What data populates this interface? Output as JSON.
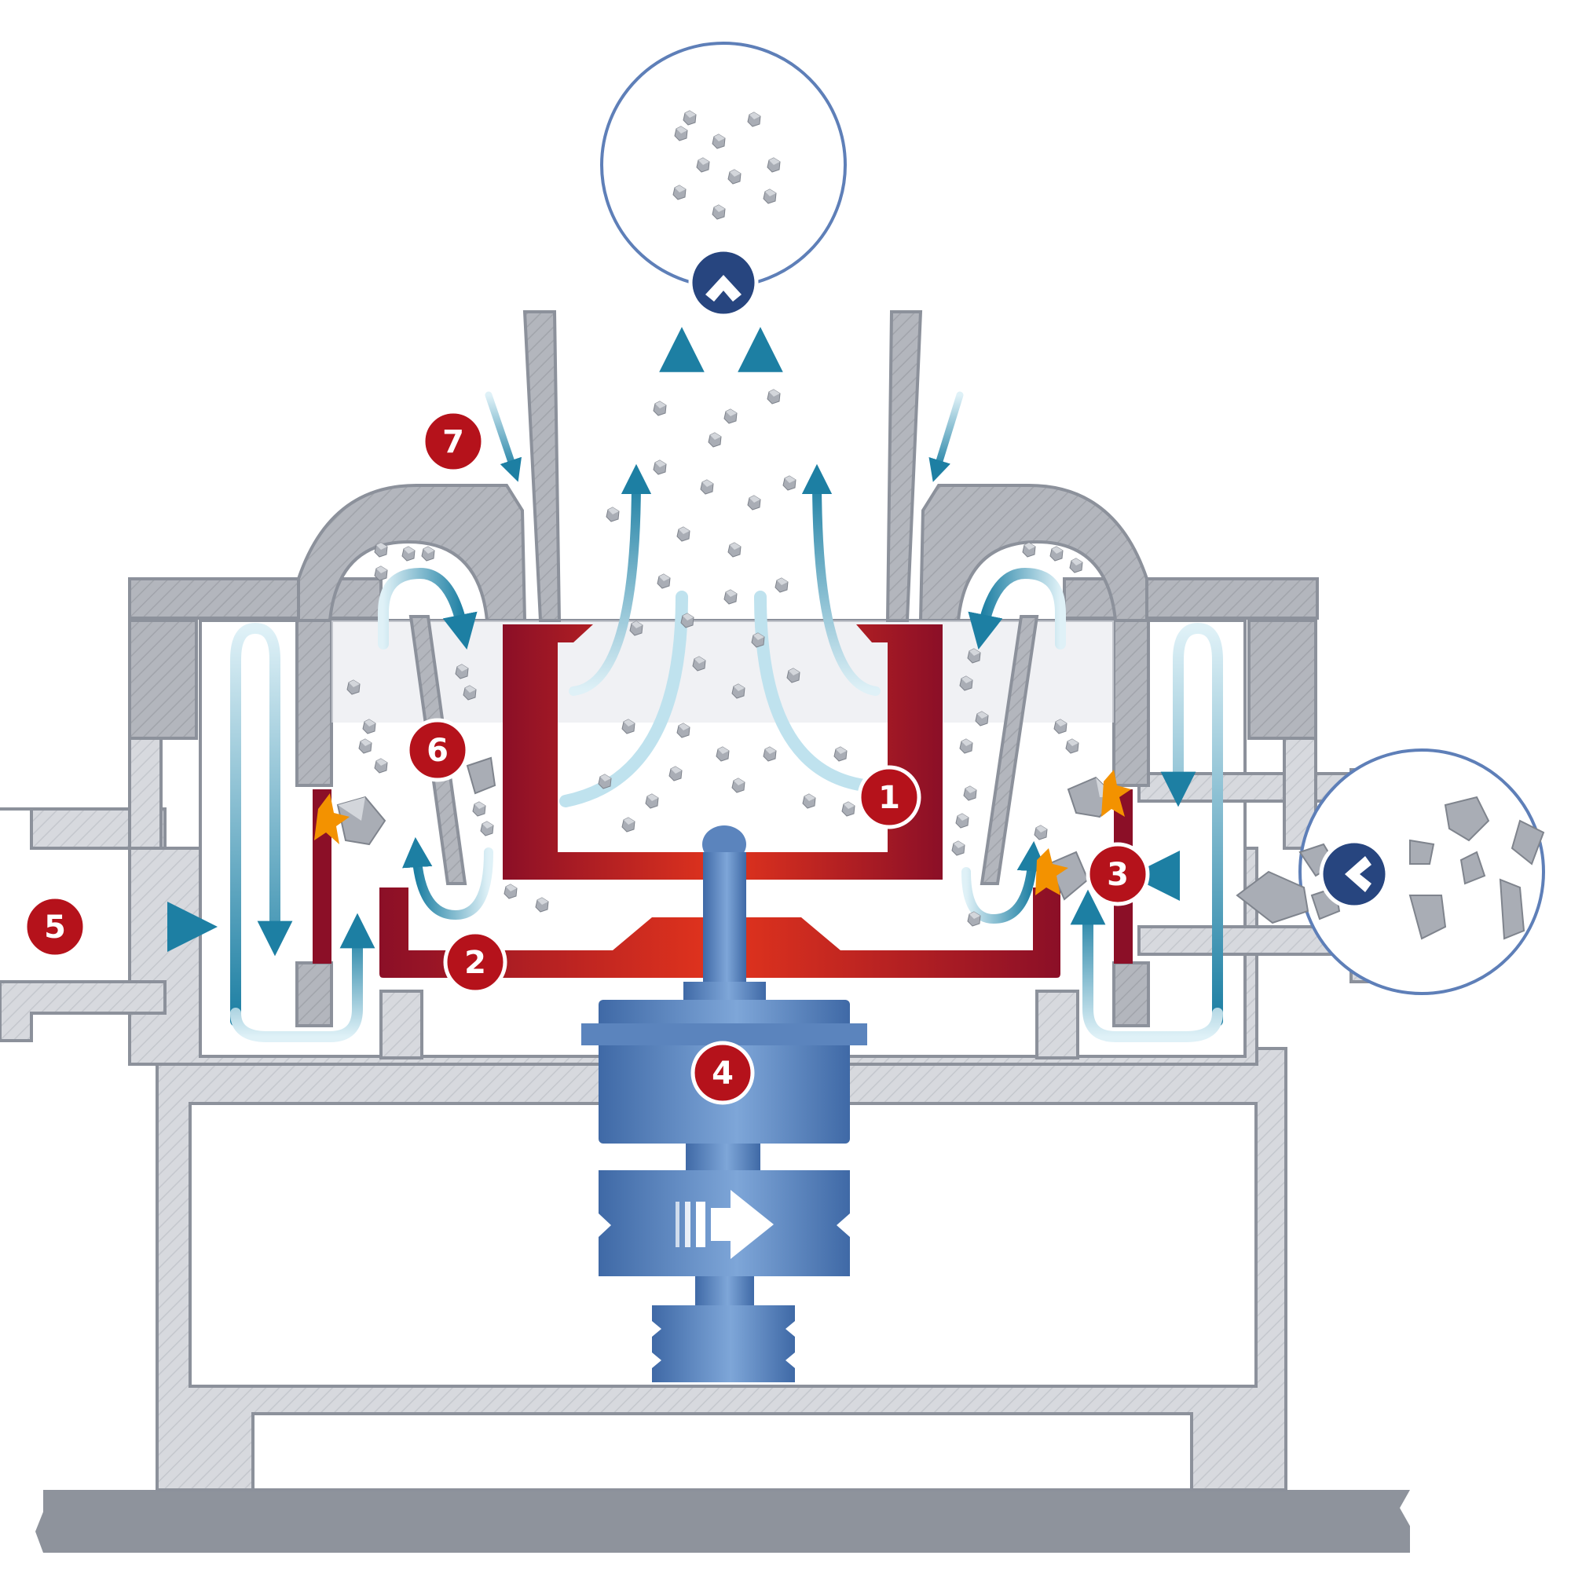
{
  "colors": {
    "housing": "#d7d9de",
    "housing_stroke": "#8c919b",
    "cover": "#b3b6bd",
    "rotor_dark": "#8b0f27",
    "rotor": "#d42a1c",
    "motor": "#5b84bd",
    "motor_light": "#7aa3d6",
    "flow": "#1d7fa3",
    "flow_light": "#bfe2ee",
    "marker": "#b5121b",
    "port": "#27457f",
    "circle_stroke": "#5e7fb8",
    "base": "#8e939c",
    "spark": "#f39200"
  },
  "markers": [
    {
      "id": "1",
      "label": "1"
    },
    {
      "id": "2",
      "label": "2"
    },
    {
      "id": "3",
      "label": "3"
    },
    {
      "id": "4",
      "label": "4"
    },
    {
      "id": "5",
      "label": "5"
    },
    {
      "id": "6",
      "label": "6"
    },
    {
      "id": "7",
      "label": "7"
    }
  ],
  "icons": {
    "product_outlet": "chevron-up-icon",
    "feed_inlet": "chevron-left-icon",
    "drive": "play-arrow-icon"
  }
}
